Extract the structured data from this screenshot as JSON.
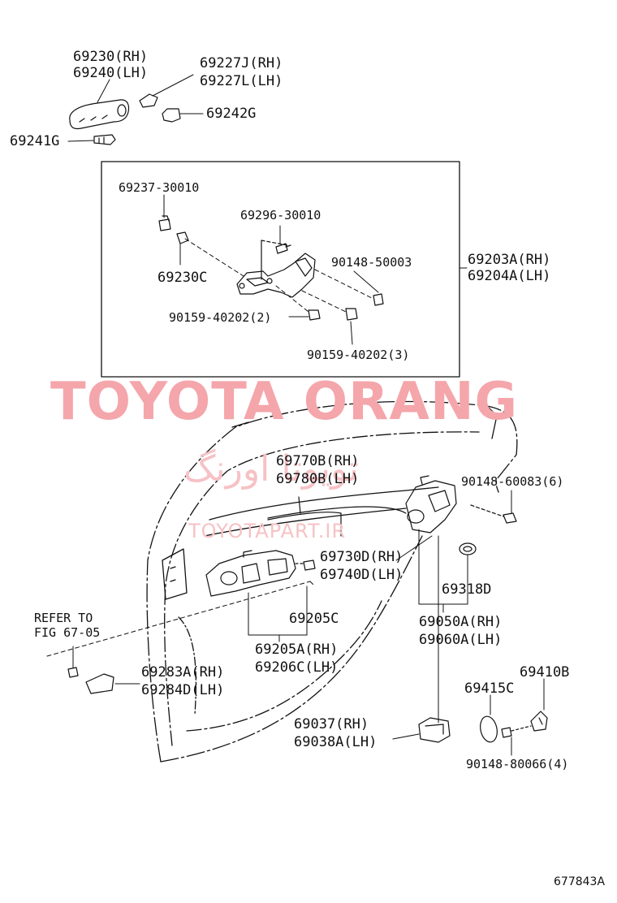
{
  "labels": {
    "p69230": "69230(RH)",
    "p69240": "69240(LH)",
    "p69227j": "69227J(RH)",
    "p69227l": "69227L(LH)",
    "p69242g": "69242G",
    "p69241g": "69241G",
    "p69237": "69237-30010",
    "p69296": "69296-30010",
    "p90148_50003": "90148-50003",
    "p69203a": "69203A(RH)",
    "p69204a": "69204A(LH)",
    "p69230c": "69230C",
    "p90159_2": "90159-40202(2)",
    "p90159_3": "90159-40202(3)",
    "p69770b": "69770B(RH)",
    "p69780b": "69780B(LH)",
    "p90148_60083": "90148-60083(6)",
    "p69730d": "69730D(RH)",
    "p69740d": "69740D(LH)",
    "p69318d": "69318D",
    "p69205c": "69205C",
    "p69050a": "69050A(RH)",
    "p69060a": "69060A(LH)",
    "refer1": "REFER TO",
    "refer2": "FIG 67-05",
    "p69205a": "69205A(RH)",
    "p69206c": "69206C(LH)",
    "p69283a": "69283A(RH)",
    "p69284d": "69284D(LH)",
    "p69410b": "69410B",
    "p69415c": "69415C",
    "p69037": "69037(RH)",
    "p69038a": "69038A(LH)",
    "p90148_80066": "90148-80066(4)"
  },
  "watermark": {
    "brand": "TOYOTA ORANG",
    "arabic": "تویوتا اورنگ",
    "site": "TOYOTAPART.IR"
  },
  "figure_number": "677843A"
}
